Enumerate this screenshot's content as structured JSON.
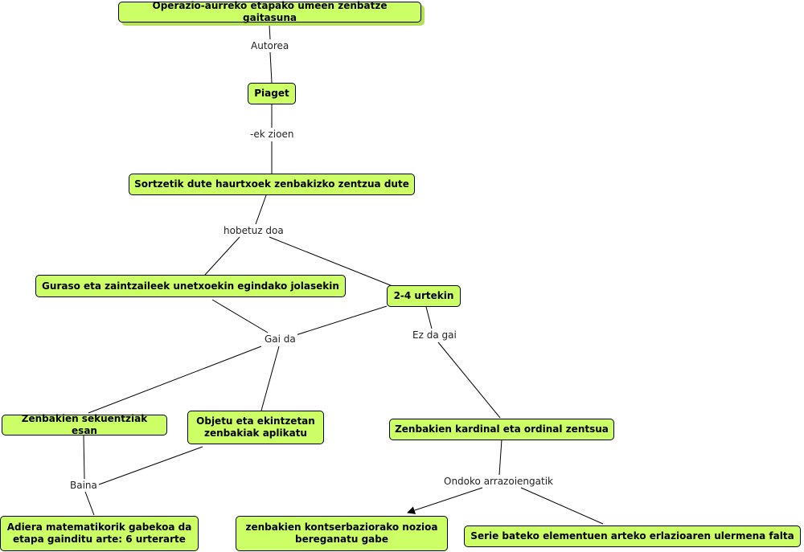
{
  "diagram": {
    "nodes": {
      "root": "Operazio-aurreko etapako umeen zenbatze gaitasuna",
      "piaget": "Piaget",
      "sortzetik": "Sortzetik dute haurtxoek zenbakizko zentzua dute",
      "guraso": "Guraso eta zaintzaileek unetxoekin egindako jolasekin",
      "urte24": "2-4 urtekin",
      "sekuentzia": "Zenbakien sekuentziak esan",
      "objetu": "Objetu eta ekintzetan zenbakiak aplikatu",
      "kardinal": "Zenbakien kardinal eta ordinal zentsua",
      "adiera": "Adiera matematikorik gabekoa da etapa gainditu arte: 6 urterarte",
      "kontserbazio": "zenbakien kontserbaziorako nozioa bereganatu gabe",
      "serie": "Serie bateko elementuen  arteko erlazioaren ulermena falta"
    },
    "links": {
      "autorea": "Autorea",
      "ek_zioen": "-ek zioen",
      "hobetuz": "hobetuz doa",
      "gai_da": "Gai da",
      "ez_gai": "Ez da gai",
      "baina": "Baina",
      "ondoko": "Ondoko arrazoiengatik"
    }
  }
}
